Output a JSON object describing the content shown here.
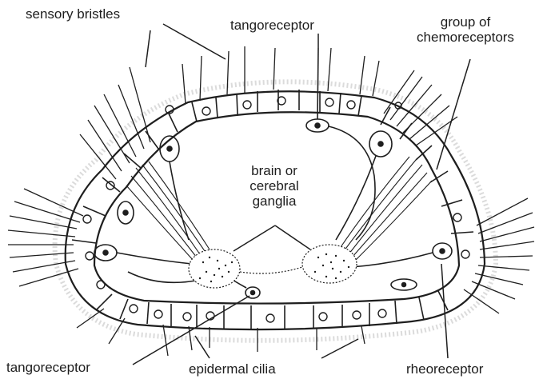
{
  "labels": {
    "sensory_bristles": "sensory bristles",
    "tangoreceptor_top": "tangoreceptor",
    "chemoreceptors_line1": "group of",
    "chemoreceptors_line2": "chemoreceptors",
    "brain_line1": "brain or",
    "brain_line2": "cerebral",
    "brain_line3": "ganglia",
    "tangoreceptor_bottom": "tangoreceptor",
    "epidermal_cilia": "epidermal cilia",
    "rheoreceptor": "rheoreceptor"
  },
  "colors": {
    "ink": "#1e1e1e",
    "stipple": "#bdbdbd",
    "background": "#ffffff"
  }
}
